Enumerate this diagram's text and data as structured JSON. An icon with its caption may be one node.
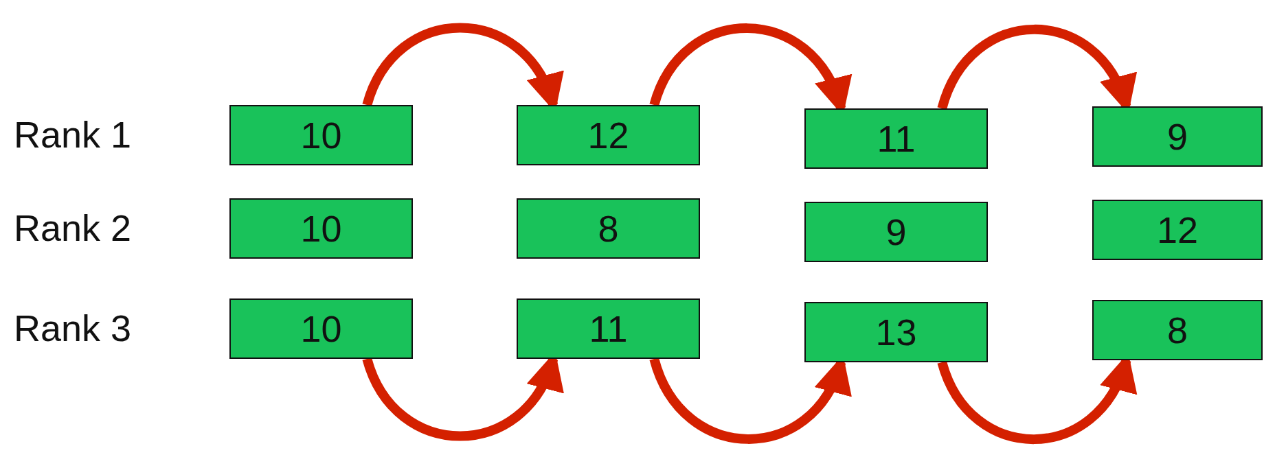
{
  "diagram": {
    "nodes": [
      {
        "text": [
          "10"
        ]
      },
      {
        "text": [
          "12"
        ]
      },
      {
        "text": [
          "11"
        ]
      },
      {
        "text": [
          "9"
        ]
      },
      {
        "text": [
          "10"
        ]
      },
      {
        "text": [
          "8"
        ]
      },
      {
        "text": [
          "9"
        ]
      },
      {
        "text": [
          "12"
        ]
      },
      {
        "text": [
          "10"
        ]
      },
      {
        "text": [
          "11"
        ]
      },
      {
        "text": [
          "13"
        ]
      },
      {
        "text": [
          "8"
        ]
      }
    ],
    "edges": [
      {
        "from": 0,
        "to": 1,
        "arrow": "to"
      },
      {
        "from": 1,
        "to": 2,
        "arrow": "to"
      },
      {
        "from": 2,
        "to": 3,
        "arrow": "to"
      },
      {
        "from": 8,
        "to": 9,
        "arrow": "to"
      },
      {
        "from": 9,
        "to": 10,
        "arrow": "to"
      },
      {
        "from": 10,
        "to": 11,
        "arrow": "to"
      }
    ],
    "labels": [
      "Rank 1",
      "Rank 2",
      "Rank 3"
    ]
  }
}
